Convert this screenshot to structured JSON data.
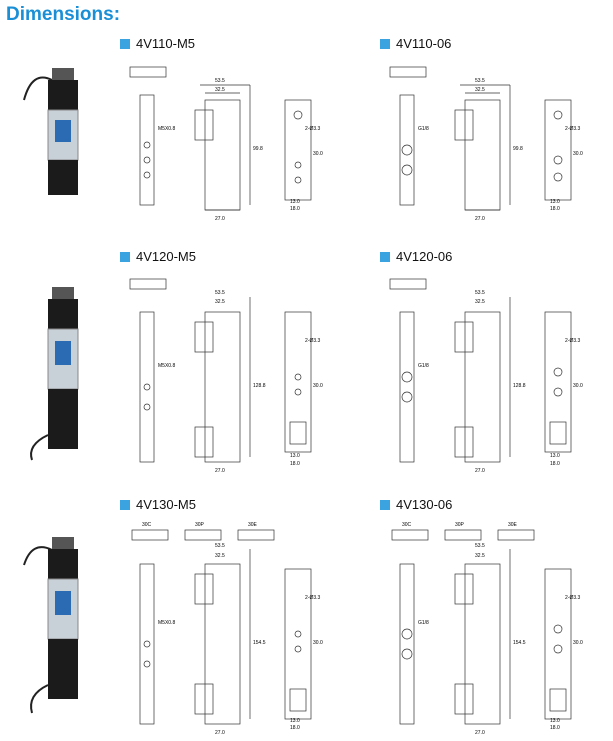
{
  "page": {
    "title": "Dimensions:",
    "accent_color": "#3ba3e0",
    "title_color": "#1a8fd6"
  },
  "sections": [
    {
      "left_model": "4V110-M5",
      "right_model": "4V110-06",
      "left_dims": {
        "w1": "53.5",
        "w2": "32.5",
        "h1": "99.8",
        "h2": "30.0",
        "bot": "27.0",
        "side": "18.0",
        "port": "M5X0.8",
        "hole": "2-Ø3.3",
        "sub": "13.0"
      },
      "right_dims": {
        "w1": "53.5",
        "w2": "32.5",
        "h1": "99.8",
        "h2": "30.0",
        "bot": "27.0",
        "side": "18.0",
        "port": "G1/8",
        "hole": "2-Ø3.3",
        "sub": "13.0"
      }
    },
    {
      "left_model": "4V120-M5",
      "right_model": "4V120-06",
      "left_dims": {
        "w1": "53.5",
        "w2": "32.5",
        "h1": "128.8",
        "h2": "30.0",
        "bot": "27.0",
        "side": "18.0",
        "port": "M5X0.8",
        "hole": "2-Ø3.3",
        "sub": "13.0"
      },
      "right_dims": {
        "w1": "53.5",
        "w2": "32.5",
        "h1": "128.8",
        "h2": "30.0",
        "bot": "27.0",
        "side": "18.0",
        "port": "G1/8",
        "hole": "2-Ø3.3",
        "sub": "13.0"
      }
    },
    {
      "left_model": "4V130-M5",
      "right_model": "4V130-06",
      "left_dims": {
        "w1": "53.5",
        "w2": "32.5",
        "h1": "154.5",
        "h2": "30.0",
        "bot": "27.0",
        "side": "18.0",
        "port": "M5X0.8",
        "hole": "2-Ø3.3",
        "sub": "13.0"
      },
      "right_dims": {
        "w1": "53.5",
        "w2": "32.5",
        "h1": "154.5",
        "h2": "30.0",
        "bot": "27.0",
        "side": "18.0",
        "port": "G1/8",
        "hole": "2-Ø3.3",
        "sub": "13.0"
      },
      "symbol_labels": [
        "30C",
        "30P",
        "30E"
      ]
    }
  ]
}
